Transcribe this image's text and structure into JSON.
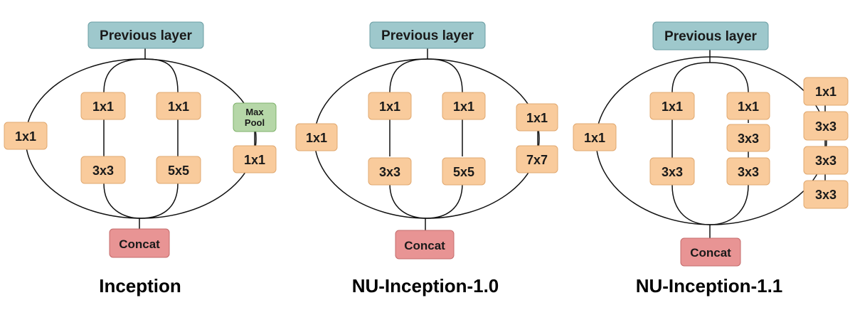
{
  "colors": {
    "input": "#9ec8cc",
    "input_border": "#6b9ea3",
    "conv": "#f9cb9c",
    "conv_border": "#e0a870",
    "pool": "#b6d7a8",
    "pool_border": "#7fb26b",
    "concat": "#e89494",
    "concat_border": "#c46b6b"
  },
  "diagrams": [
    {
      "caption": "Inception",
      "input_label": "Previous layer",
      "output_label": "Concat",
      "branches": [
        {
          "ops": [
            "1x1"
          ]
        },
        {
          "ops": [
            "1x1",
            "3x3"
          ]
        },
        {
          "ops": [
            "1x1",
            "5x5"
          ]
        },
        {
          "ops": [
            "Max Pool",
            "1x1"
          ]
        }
      ]
    },
    {
      "caption": "NU-Inception-1.0",
      "input_label": "Previous layer",
      "output_label": "Concat",
      "branches": [
        {
          "ops": [
            "1x1"
          ]
        },
        {
          "ops": [
            "1x1",
            "3x3"
          ]
        },
        {
          "ops": [
            "1x1",
            "5x5"
          ]
        },
        {
          "ops": [
            "1x1",
            "7x7"
          ]
        }
      ]
    },
    {
      "caption": "NU-Inception-1.1",
      "input_label": "Previous layer",
      "output_label": "Concat",
      "branches": [
        {
          "ops": [
            "1x1"
          ]
        },
        {
          "ops": [
            "1x1",
            "3x3"
          ]
        },
        {
          "ops": [
            "1x1",
            "3x3",
            "3x3"
          ]
        },
        {
          "ops": [
            "1x1",
            "3x3",
            "3x3",
            "3x3"
          ]
        }
      ]
    }
  ]
}
